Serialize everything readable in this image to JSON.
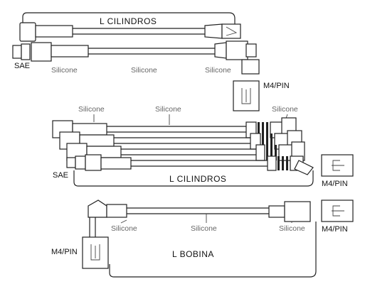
{
  "set1": {
    "length_label": "L  CILINDROS",
    "sae_label": "SAE",
    "silicone_labels": [
      "Silicone",
      "Silicone",
      "Silicone"
    ],
    "terminal_label": "M4/PIN"
  },
  "set2": {
    "length_label": "L  CILINDROS",
    "sae_label": "SAE",
    "silicone_labels": [
      "Silicone",
      "Silicone",
      "Silicone"
    ],
    "terminal_label": "M4/PIN"
  },
  "set3": {
    "length_label": "L  BOBINA",
    "terminal_label_right": "M4/PIN",
    "terminal_label_left": "M4/PIN",
    "silicone_labels": [
      "Silicone",
      "Silicone",
      "Silicone"
    ]
  },
  "icons": [
    "spark-plug-boot-icon",
    "sae-terminal-icon",
    "m4-pin-terminal-icon",
    "straight-connector-icon",
    "angled-connector-icon"
  ]
}
